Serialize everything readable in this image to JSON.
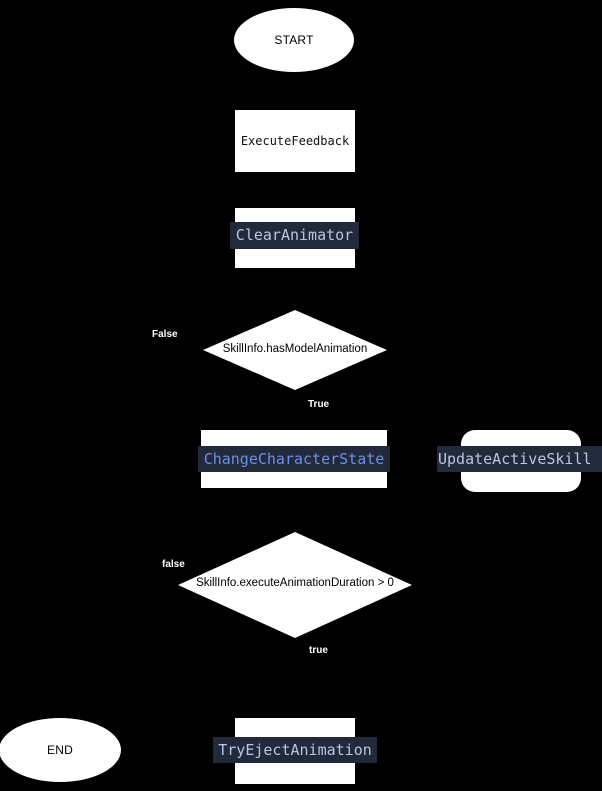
{
  "diagram": {
    "title": "Skill execution flowchart",
    "background_color": "#000000",
    "node_fill": "#ffffff",
    "highlight_bg": "#21293a",
    "highlight_text_periwinkle": "#b9c5e2",
    "highlight_text_blue": "#6d8fe8"
  },
  "nodes": {
    "start": {
      "label": "START",
      "shape": "ellipse"
    },
    "execute_feedback": {
      "label": "ExecuteFeedback",
      "shape": "rect"
    },
    "clear_animator": {
      "label": "ClearAnimator",
      "shape": "rect",
      "highlighted": "true"
    },
    "decision_has_model_animation": {
      "label": "SkillInfo.hasModelAnimation",
      "shape": "diamond"
    },
    "change_character_state": {
      "label": "ChangeCharacterState",
      "shape": "rect",
      "highlighted": "true"
    },
    "update_active_skill": {
      "label": "UpdateActiveSkill",
      "shape": "rounded-rect",
      "highlighted": "true"
    },
    "decision_execute_animation_duration": {
      "label": "SkillInfo.executeAnimationDuration > 0",
      "shape": "diamond"
    },
    "end": {
      "label": "END",
      "shape": "ellipse"
    },
    "try_eject_animation": {
      "label": "TryEjectAnimation",
      "shape": "rect",
      "highlighted": "true"
    }
  },
  "edge_labels": {
    "has_model_animation_false": "False",
    "has_model_animation_true": "True",
    "execute_animation_duration_false": "false",
    "execute_animation_duration_true": "true"
  }
}
